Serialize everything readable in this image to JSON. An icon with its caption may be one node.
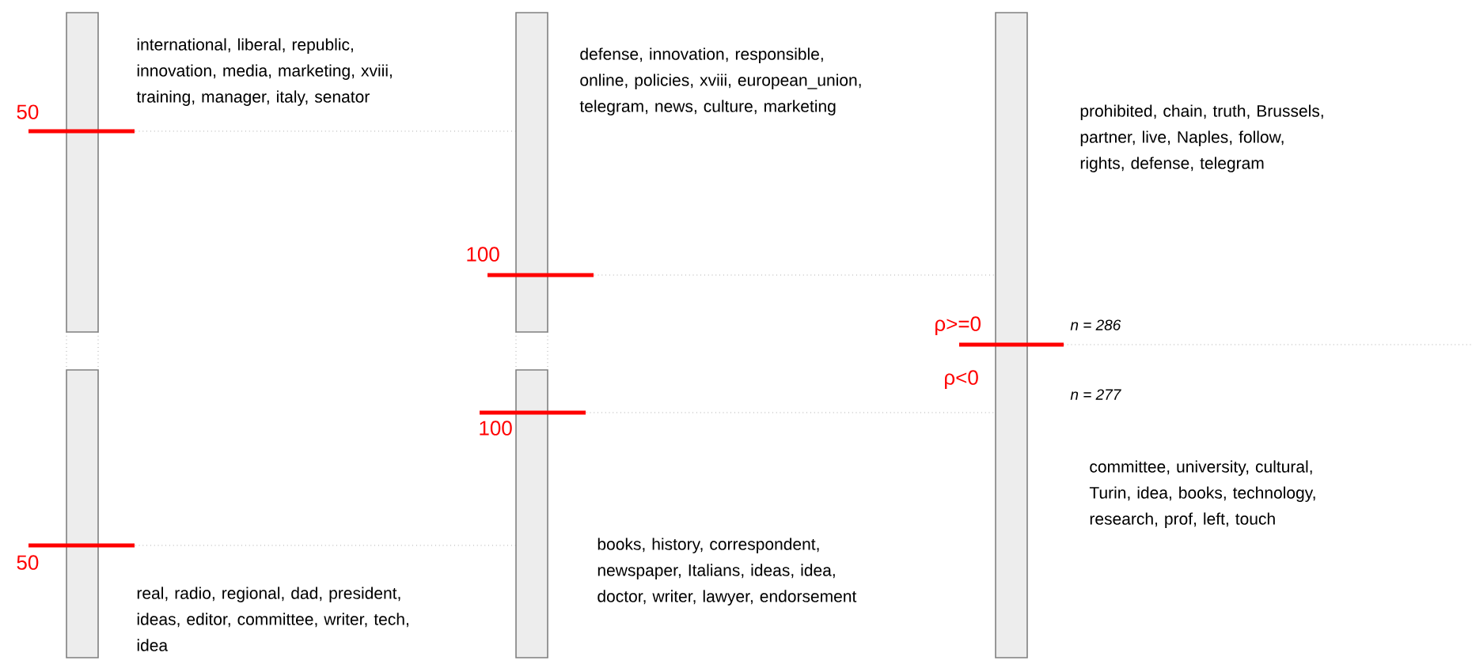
{
  "diagram": {
    "nodes": [
      {
        "text": [],
        "shape": "bar"
      },
      {
        "text": [],
        "shape": "bar"
      },
      {
        "text": [],
        "shape": "bar"
      }
    ],
    "edges": [
      {
        "from": 0,
        "to": 1,
        "arrow": "none",
        "style": "dashed"
      },
      {
        "from": 1,
        "to": 2,
        "arrow": "none",
        "style": "dashed"
      },
      {
        "from": 2,
        "to": null,
        "arrow": "none",
        "style": "dashed"
      },
      {
        "from": 1,
        "to": 2,
        "arrow": "none",
        "style": "dashed"
      },
      {
        "from": 0,
        "to": 1,
        "arrow": "none",
        "style": "dashed"
      }
    ],
    "labels": [
      "international, liberal, republic, innovation, media, marketing, xviii, training, manager, italy, senator",
      "defense, innovation, responsible, online, policies, xviii, european_union, telegram, news, culture, marketing",
      "50",
      "prohibited, chain, truth, Brussels, partner, live, Naples, follow, rights, defense, telegram",
      "100",
      "ρ>=0",
      "*n = 286*",
      "ρ<0",
      "*n = 277*",
      "100",
      "committee, university, cultural, Turin, idea, books, technology, research, prof, left, touch",
      "50",
      "books, history, correspondent, newspaper, Italians, ideas, idea, doctor, writer, lawyer, endorsement",
      "real, radio, regional, dad, president, ideas, editor, committee, writer, tech, idea"
    ]
  }
}
